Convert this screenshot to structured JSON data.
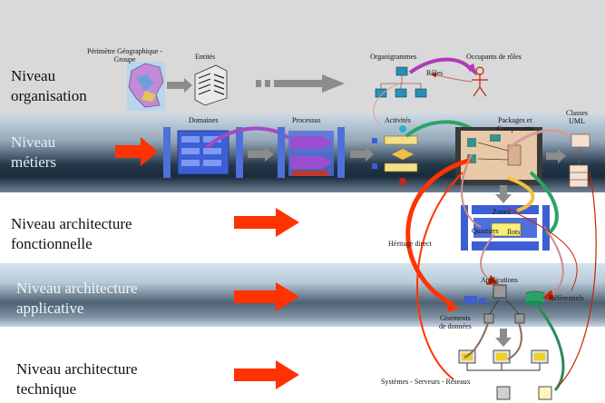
{
  "levels": [
    {
      "name": "Niveau\norganisation"
    },
    {
      "name": "Niveau\nmétiers"
    },
    {
      "name": "Niveau architecture\nfonctionnelle"
    },
    {
      "name": "Niveau architecture\napplicative"
    },
    {
      "name": "Niveau architecture\ntechnique"
    }
  ],
  "labels": {
    "perimetre": "Périmètre Géographique -\nGroupe",
    "entites": "Entités",
    "organigrammes": "Organigrammes",
    "occupants": "Occupants de rôles",
    "roles": "Rôles",
    "domaines": "Domaines",
    "processus": "Processus",
    "activites": "Activités",
    "packages": "Packages et\nComposants",
    "classes": "Classes\nUML",
    "zones": "Zones",
    "quartiers": "Quartiers",
    "ilots": "Ilots",
    "heritage": "Héritage direct",
    "applications": "Applications",
    "referentiels": "Référentiels",
    "gisements": "Gisements\nde données",
    "systemes": "Systèmes - Serveurs - Réseaux"
  },
  "colors": {
    "arrow_red": "#ff3300",
    "grey_arrow": "#8c8c8c",
    "blue_box": "#3c5fd6",
    "purple": "#a24bc4",
    "green": "#2aa36a",
    "orange": "#d98c2b"
  }
}
